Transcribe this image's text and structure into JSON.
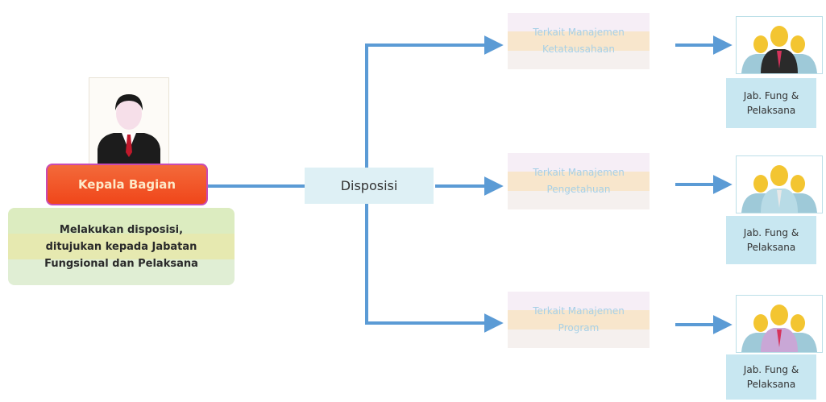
{
  "head": {
    "title": "Kepala Bagian",
    "description": [
      "Melakukan disposisi,",
      "ditujukan kepada Jabatan",
      "Fungsional dan Pelaksana"
    ]
  },
  "hub": {
    "label": "Disposisi"
  },
  "branches": [
    {
      "title": [
        "Terkait Manajemen",
        "Ketatausahaan"
      ],
      "target": [
        "Jab. Fung &",
        "Pelaksana"
      ]
    },
    {
      "title": [
        "Terkait Manajemen",
        "Pengetahuan"
      ],
      "target": [
        "Jab. Fung &",
        "Pelaksana"
      ]
    },
    {
      "title": [
        "Terkait Manajemen",
        "Program"
      ],
      "target": [
        "Jab. Fung &",
        "Pelaksana"
      ]
    }
  ],
  "colors": {
    "arrow": "#5b9bd5",
    "kabag_fill": "#f0501e",
    "hub_fill": "#def0f5",
    "target_fill": "#c8e7f1"
  },
  "icons": {
    "single": "person-icon",
    "group": "people-group-icon"
  }
}
